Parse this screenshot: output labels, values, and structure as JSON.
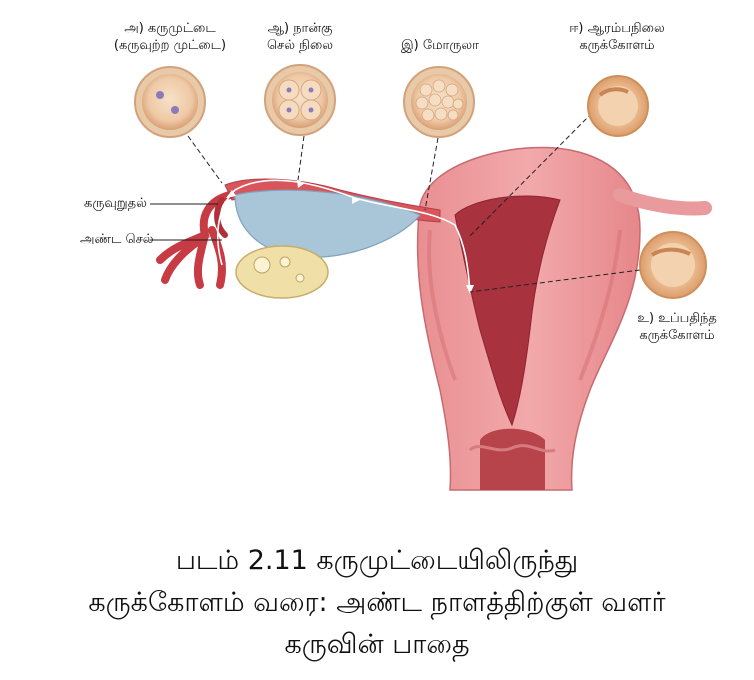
{
  "stages": [
    {
      "line1": "அ) கருமுட்டை",
      "line2": "(கருவுற்ற முட்டை)"
    },
    {
      "line1": "ஆ) நான்கு",
      "line2": "செல் நிலை"
    },
    {
      "line1": "இ) மோருலா",
      "line2": ""
    },
    {
      "line1": "ஈ) ஆரம்பநிலை",
      "line2": "கருக்கோளம்"
    },
    {
      "line1": "உ) உப்பதிந்த",
      "line2": "கருக்கோளம்"
    }
  ],
  "labels": {
    "fertilization": "கருவுறுதல்",
    "egg_cell": "அண்ட செல்"
  },
  "caption": {
    "line1": "படம் 2.11 கருமுட்டையிலிருந்து",
    "line2": "கருக்கோளம் வரை: அண்ட நாளத்திற்குள் வளர்",
    "line3": "கருவின் பாதை"
  }
}
